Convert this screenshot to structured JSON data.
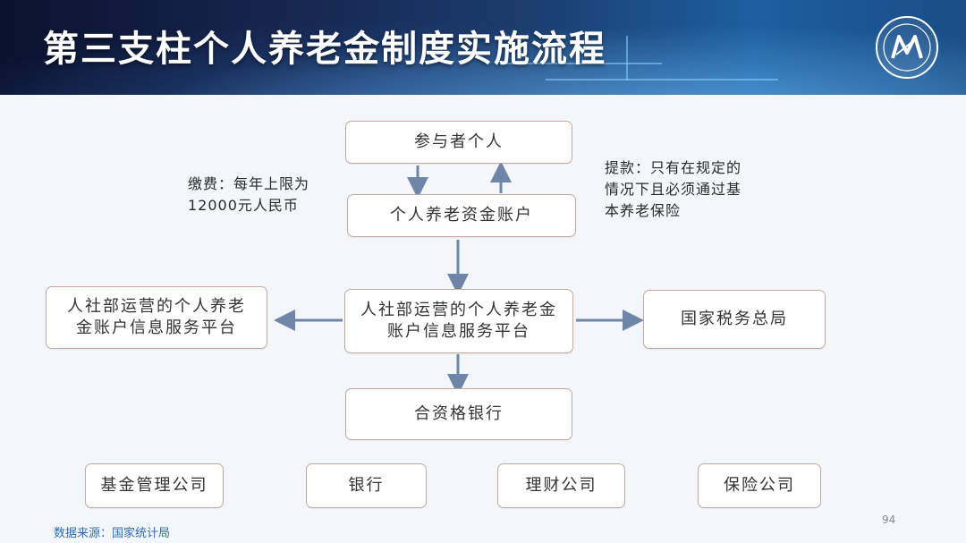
{
  "header": {
    "title": "第三支柱个人养老金制度实施流程"
  },
  "logo": {
    "icon": "institute-seal-icon"
  },
  "diagram": {
    "participant": "参与者个人",
    "account": "个人养老资金账户",
    "platform_center": "人社部运营的个人养老金\n账户信息服务平台",
    "platform_left": "人社部运营的个人养老\n金账户信息服务平台",
    "tax_bureau": "国家税务总局",
    "bank": "合资格银行",
    "fund_company": "基金管理公司",
    "bank_institution": "银行",
    "wealth_company": "理财公司",
    "insurance_company": "保险公司"
  },
  "notes": {
    "contribution": "缴费：每年上限为\n12000元人民币",
    "withdrawal": "提款：只有在规定的\n情况下且必须通过基\n本养老保险"
  },
  "footer": {
    "source": "数据来源：国家统计局",
    "page_number": "94"
  },
  "colors": {
    "arrow": "#6f86a8",
    "box_border": "#c8a89c",
    "source_text": "#2f6db5"
  }
}
